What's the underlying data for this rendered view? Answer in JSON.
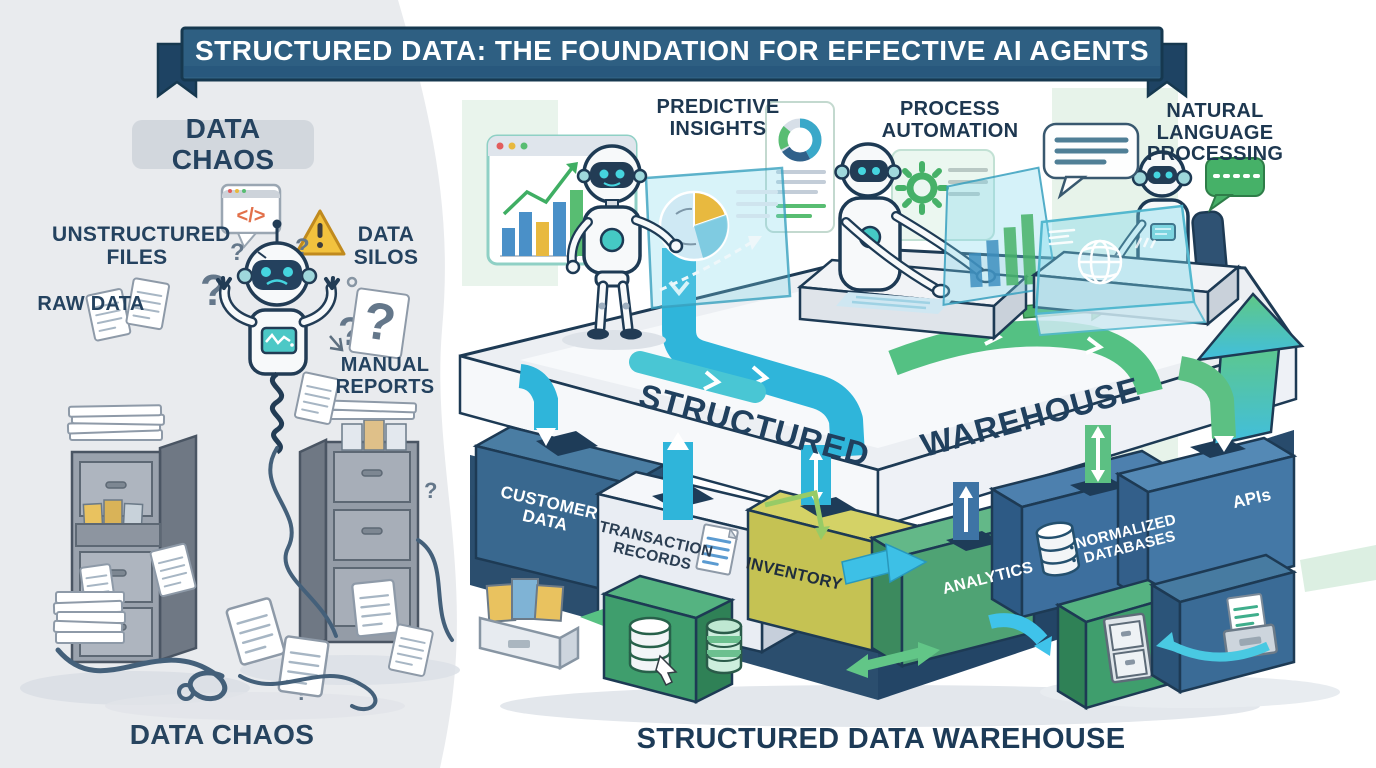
{
  "banner": {
    "title": "STRUCTURED DATA: THE FOUNDATION FOR EFFECTIVE AI AGENTS",
    "bg": "#2e5f82"
  },
  "chaos": {
    "heading": "DATA CHAOS",
    "caption": "DATA CHAOS",
    "labels": {
      "unstructured_files": "UNSTRUCTURED\nFILES",
      "raw_data": "RAW DATA",
      "data_silos": "DATA\nSILOS",
      "manual_reports": "MANUAL\nREPORTS"
    }
  },
  "warehouse": {
    "capabilities": {
      "predictive_insights": "PREDICTIVE\nINSIGHTS",
      "process_automation": "PROCESS\nAUTOMATION",
      "natural_language_processing": "NATURAL LANGUAGE\nPROCESSING"
    },
    "platform": {
      "left": "STRUCTURED",
      "right": "WAREHOUSE"
    },
    "modules": {
      "customer_data": "CUSTOMER\nDATA",
      "transaction_records": "TRANSACTION\nRECORDS",
      "inventory": "INVENTORY",
      "analytics": "ANALYTICS",
      "normalized_databases": "NORMALIZED\nDATABASES",
      "apis": "APIs"
    },
    "caption": "STRUCTURED DATA WAREHOUSE"
  },
  "icons": {
    "code_glyph": "</>",
    "question_mark": "?"
  },
  "palette": {
    "banner_blue": "#2e5f82",
    "navy_text": "#223c58",
    "teal_pipe": "#2fb5da",
    "green_pipe": "#55c183",
    "customer_blue": "#39688f",
    "transaction_white": "#eef1f6",
    "inventory_olive": "#c5c253",
    "analytics_green": "#4fa374",
    "database_blue": "#3d6f9e",
    "api_blue": "#4478a6",
    "warning_yellow": "#f2c23e",
    "accent_cyan": "#45d5df",
    "left_bg": "#e9ebee",
    "mint_bg": "#e7f3ea"
  }
}
